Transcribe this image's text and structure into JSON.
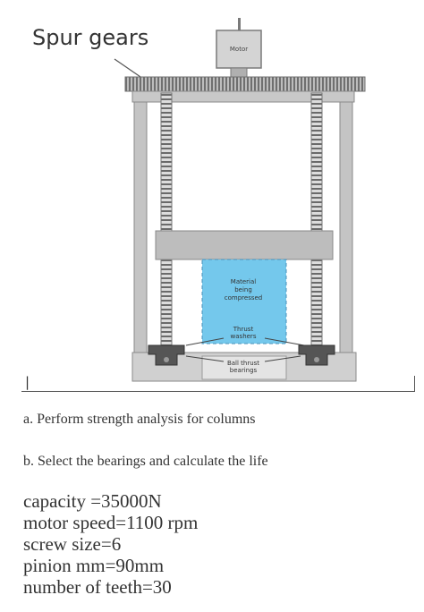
{
  "figure": {
    "spur_gears_label": "Spur gears",
    "motor_label": "Motor",
    "material_label_lines": [
      "Material",
      "being",
      "compressed"
    ],
    "thrust_label_lines": [
      "Thrust",
      "washers"
    ],
    "bearings_label_lines": [
      "Ball thrust",
      "bearings"
    ],
    "colors": {
      "frame": "#c4c4c4",
      "frame_dark": "#8a8a8a",
      "material": "#74c8ec",
      "bearing": "#555555"
    }
  },
  "cursor_glyph": "|",
  "questions": {
    "a": "a. Perform strength analysis for columns",
    "b": "b. Select the bearings and calculate the life"
  },
  "specs": {
    "capacity": "capacity =35000N",
    "motor_speed": "motor speed=1100 rpm",
    "screw_size": "screw size=6",
    "pinion": "pinion mm=90mm",
    "teeth": "number of teeth=30"
  }
}
